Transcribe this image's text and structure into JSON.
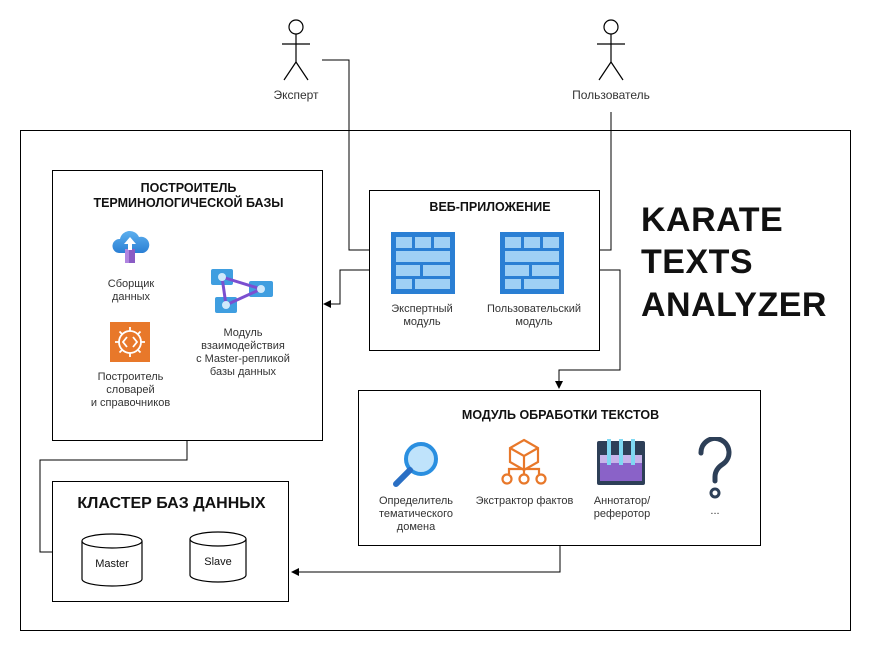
{
  "actors": {
    "expert": "Эксперт",
    "user": "Пользователь"
  },
  "system_title": [
    "KARATE",
    "TEXTS",
    "ANALYZER"
  ],
  "term_builder": {
    "title": "ПОСТРОИТЕЛЬ\nТЕРМИНОЛОГИЧЕСКОЙ БАЗЫ",
    "collector": "Сборщик\nданных",
    "replica_module": "Модуль\nвзаимодействия\nс Master-репликой\nбазы данных",
    "dict_builder": "Построитель\nсловарей\nи справочников"
  },
  "web_app": {
    "title": "ВЕБ-ПРИЛОЖЕНИЕ",
    "expert_module": "Экспертный\nмодуль",
    "user_module": "Пользовательский\nмодуль"
  },
  "text_processing": {
    "title": "МОДУЛЬ ОБРАБОТКИ ТЕКСТОВ",
    "domain_detector": "Определитель\nтематического\nдомена",
    "fact_extractor": "Экстрактор фактов",
    "annotator": "Аннотатор/\nреферотор",
    "more": "..."
  },
  "db_cluster": {
    "title": "КЛАСТЕР БАЗ ДАННЫХ",
    "master": "Master",
    "slave": "Slave"
  },
  "colors": {
    "azure_blue": "#3f8fd8",
    "azure_light": "#9fd0f5",
    "orange": "#e8782a",
    "navy": "#2d3f57"
  },
  "icons": {
    "collector": "cloud-upload-icon",
    "replica": "network-nodes-icon",
    "dict": "code-gear-icon",
    "modules": "grid-window-icon",
    "domain": "magnifier-icon",
    "facts": "hierarchy-icon",
    "annotator": "lab-tray-icon",
    "more": "question-icon"
  }
}
